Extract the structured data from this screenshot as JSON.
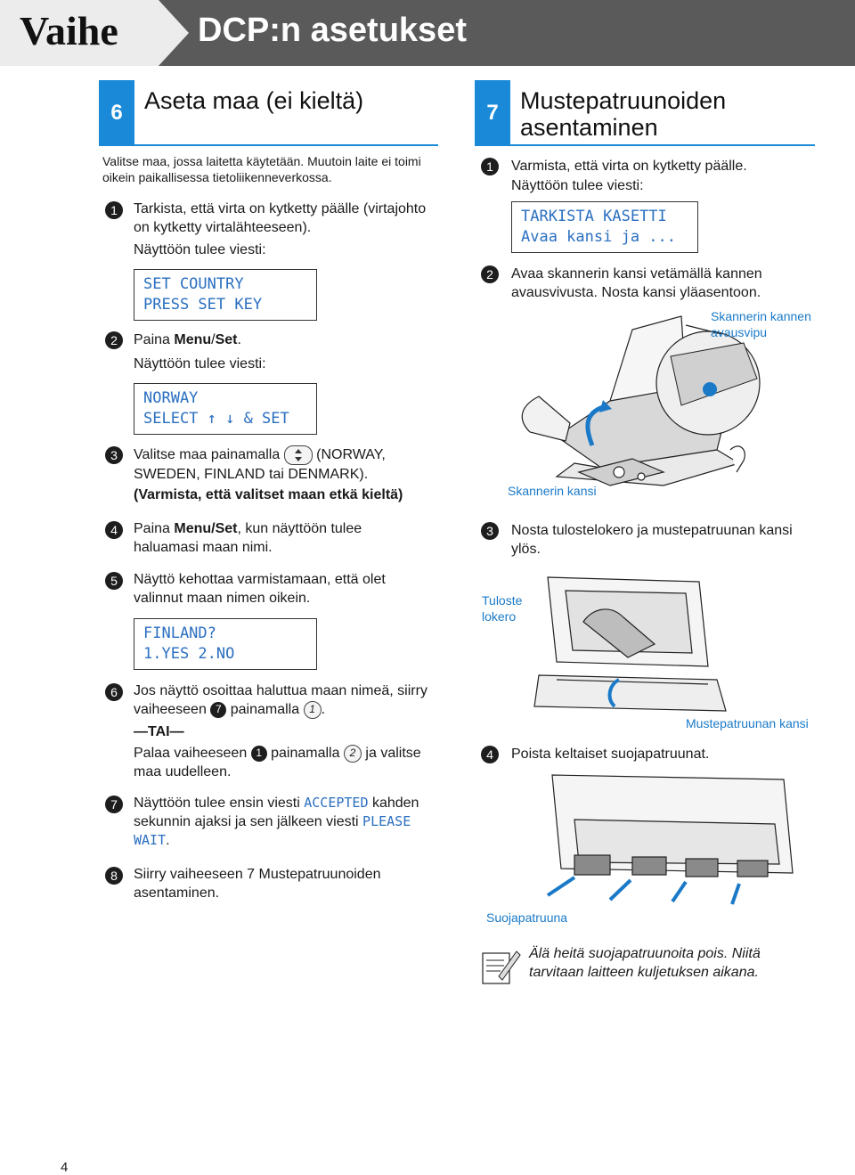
{
  "header": {
    "tab_label": "Vaihe",
    "title": "DCP:n asetukset"
  },
  "left": {
    "step_number": "6",
    "step_title": "Aseta maa (ei kieltä)",
    "intro": "Valitse maa, jossa laitetta käytetään. Muutoin laite ei toimi oikein paikallisessa tietoliikenneverkossa.",
    "s1_num": "1",
    "s1_text": "Tarkista, että virta on kytketty päälle (virtajohto on kytketty virtalähteeseen).",
    "s1_msg": "Näyttöön tulee viesti:",
    "lcd1_l1": "SET COUNTRY",
    "lcd1_l2": "PRESS SET KEY",
    "s2_num": "2",
    "s2_pre": "Paina ",
    "s2_bold": "Menu",
    "s2_slash": "/",
    "s2_bold2": "Set",
    "s2_post": ".",
    "s2_msg": "Näyttöön tulee viesti:",
    "lcd2_l1": "NORWAY",
    "lcd2_l2": "SELECT ↑ ↓ & SET",
    "s3_num": "3",
    "s3_pre": "Valitse maa painamalla",
    "s3_post": "(NORWAY, SWEDEN, FINLAND tai DENMARK).",
    "s3_bold": "(Varmista, että valitset maan etkä kieltä)",
    "s4_num": "4",
    "s4_pre": "Paina ",
    "s4_bold": "Menu/Set",
    "s4_post": ", kun näyttöön tulee haluamasi maan nimi.",
    "s5_num": "5",
    "s5_text": "Näyttö kehottaa varmistamaan, että olet valinnut maan nimen oikein.",
    "lcd3_l1": "FINLAND?",
    "lcd3_l2": "1.YES 2.NO",
    "s6_num": "6",
    "s6_a": "Jos näyttö osoittaa haluttua maan nimeä, siirry vaiheeseen",
    "s6_ref": "7",
    "s6_b": "painamalla",
    "s6_key1": "1",
    "s6_or": "—TAI—",
    "s6_c": "Palaa vaiheeseen",
    "s6_ref2": "1",
    "s6_d": "painamalla",
    "s6_key2": "2",
    "s6_e": "ja valitse maa uudelleen.",
    "s7_num": "7",
    "s7_a": "Näyttöön tulee ensin viesti",
    "s7_m1": "ACCEPTED",
    "s7_b": "kahden sekunnin ajaksi ja sen jälkeen viesti",
    "s7_m2": "PLEASE WAIT",
    "s8_num": "8",
    "s8_text": "Siirry vaiheeseen 7 Mustepatruunoiden asentaminen."
  },
  "right": {
    "step_number": "7",
    "step_title_l1": "Mustepatruunoiden",
    "step_title_l2": "asentaminen",
    "s1_num": "1",
    "s1_text": "Varmista, että virta on kytketty päälle.",
    "s1_msg": "Näyttöön tulee viesti:",
    "lcd_l1": "TARKISTA KASETTI",
    "lcd_l2": "Avaa kansi ja ...",
    "s2_num": "2",
    "s2_text": "Avaa skannerin kansi vetämällä kannen avausvivusta. Nosta kansi yläasentoon.",
    "label_lever": "Skannerin kannen avausvipu",
    "label_cover": "Skannerin kansi",
    "s3_num": "3",
    "s3_text": "Nosta tulostelokero ja mustepatruunan kansi ylös.",
    "label_tray": "Tuloste lokero",
    "label_inkcover": "Mustepatruunan kansi",
    "s4_num": "4",
    "s4_text": "Poista keltaiset suojapatruunat.",
    "label_protect": "Suojapatruuna",
    "note": "Älä heitä suojapatruunoita pois. Niitä tarvitaan laitteen kuljetuksen aikana."
  },
  "footer": {
    "page_number": "4"
  }
}
